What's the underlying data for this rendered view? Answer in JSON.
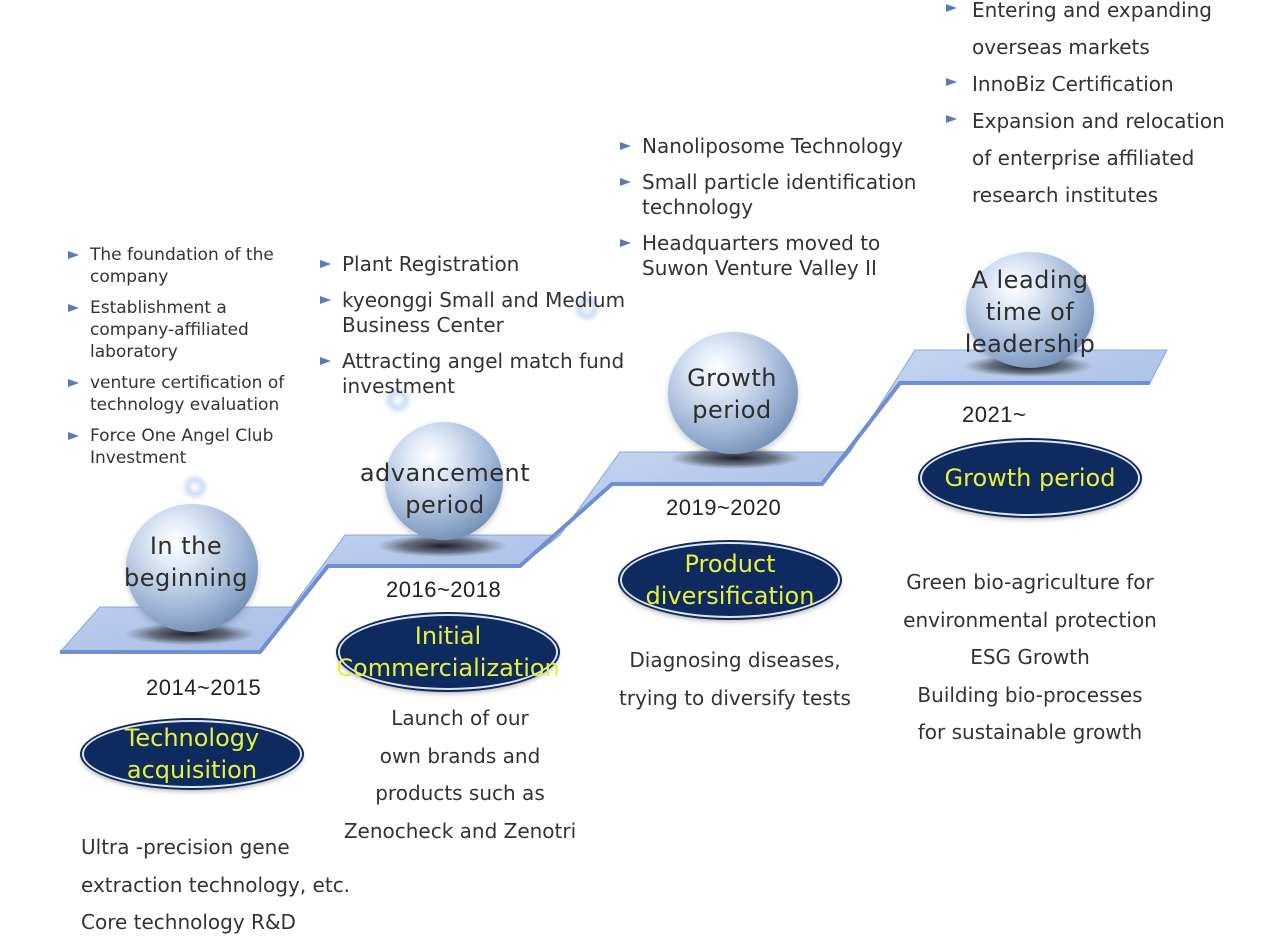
{
  "stages": [
    {
      "phase": "In the beginning",
      "years": "2014~2015",
      "focus": "Technology acquisition",
      "bullets": [
        "The foundation of the company",
        "Establishment a company-affiliated laboratory",
        "venture certification of technology evaluation",
        "Force One Angel Club Investment"
      ],
      "description": [
        "Ultra -precision gene",
        "extraction technology, etc.",
        "Core technology R&D"
      ]
    },
    {
      "phase": "advancement period",
      "years": "2016~2018",
      "focus": "Initial Commercialization",
      "bullets": [
        "Plant Registration",
        "kyeonggi Small and Medium Business Center",
        "Attracting angel match fund investment"
      ],
      "description": [
        "Launch of our",
        "own brands and",
        "products such as",
        "Zenocheck and Zenotri"
      ]
    },
    {
      "phase": "Growth period",
      "years": "2019~2020",
      "focus": "Product diversification",
      "bullets": [
        "Nanoliposome Technology",
        "Small particle identification technology",
        "Headquarters moved to Suwon Venture Valley II"
      ],
      "description": [
        "Diagnosing diseases,",
        "trying to diversify tests"
      ]
    },
    {
      "phase": "A leading time of leadership",
      "years": "2021~",
      "focus": "Growth period",
      "bullets": [
        "Entering and expanding overseas markets",
        "InnoBiz Certification",
        "Expansion and relocation of enterprise affiliated research institutes"
      ],
      "description": [
        "Green bio-agriculture for",
        "environmental protection",
        "ESG Growth",
        "Building bio-processes",
        "for sustainable growth"
      ]
    }
  ],
  "colors": {
    "oval": "#0f2a5e",
    "oval_text": "#e6f23a",
    "stair": "#a9bfe6",
    "stair_edge": "#6f8fd0"
  }
}
